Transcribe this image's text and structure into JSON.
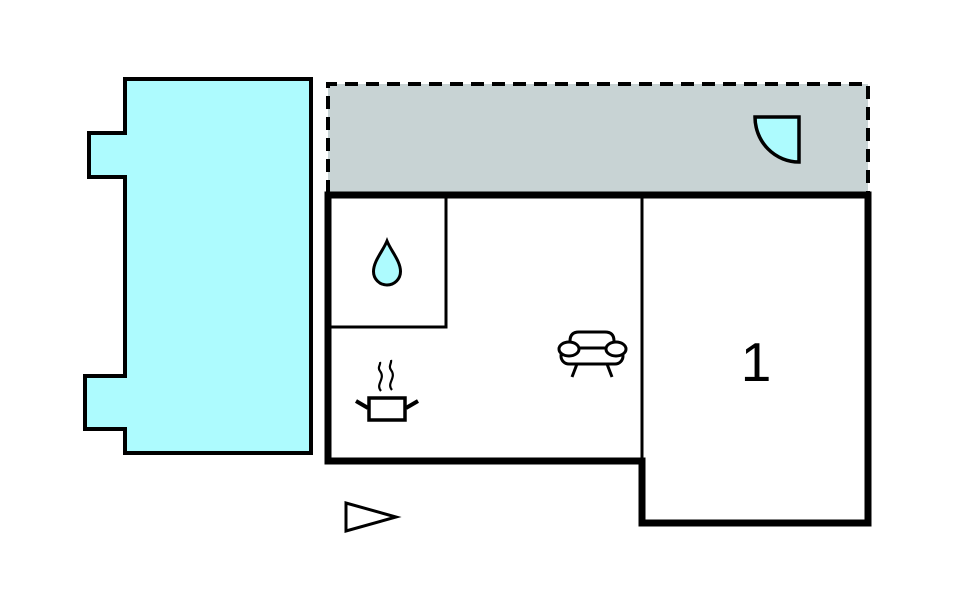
{
  "meta": {
    "type": "floor-plan",
    "description": "holiday-home floor plan with pool, covered terrace, bathroom, kitchen-living room and one bedroom"
  },
  "colors": {
    "background": "#ffffff",
    "water": "#adfbfe",
    "terrace": "#c8d3d4",
    "line": "#000000",
    "room_fill": "#ffffff"
  },
  "labels": {
    "room1": "1"
  },
  "icons": {
    "pool": "pool-water-area",
    "terrace": "covered-terrace-area",
    "door_swing": "quarter-circle-door-swing",
    "water_drop": "water-drop (bathroom)",
    "cooking_pot": "steaming-pot (kitchen)",
    "sofa": "sofa (living room)",
    "entrance_arrow": "entrance-direction-triangle"
  }
}
